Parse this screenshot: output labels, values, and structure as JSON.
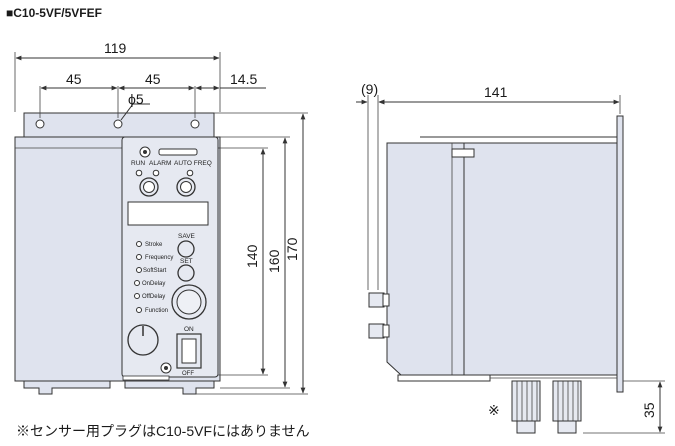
{
  "title": "■C10-5VF/5VFEF",
  "footnote": "※センサー用プラグはC10-5VFにはありません",
  "dimensions": {
    "overall_width": "119",
    "hole_pitch_left": "45",
    "hole_pitch_right": "45",
    "edge_offset": "14.5",
    "hole_diameter": "ϕ5",
    "height_inner": "140",
    "height_mid": "160",
    "height_overall": "170",
    "side_offset": "(9)",
    "depth": "141",
    "plug_height": "35"
  },
  "panel": {
    "indicators": {
      "run": "RUN",
      "alarm": "ALARM",
      "auto_freq": "AUTO FREQ"
    },
    "buttons": {
      "save": "SAVE",
      "set": "SET"
    },
    "menu": [
      "Stroke",
      "Frequency",
      "SoftStart",
      "OnDelay",
      "OffDelay",
      "Function"
    ],
    "switch_on": "ON",
    "switch_off": "OFF"
  },
  "marks": {
    "plug_note": "※"
  },
  "colors": {
    "body_fill": "#dfe3ee",
    "line": "#333333"
  }
}
